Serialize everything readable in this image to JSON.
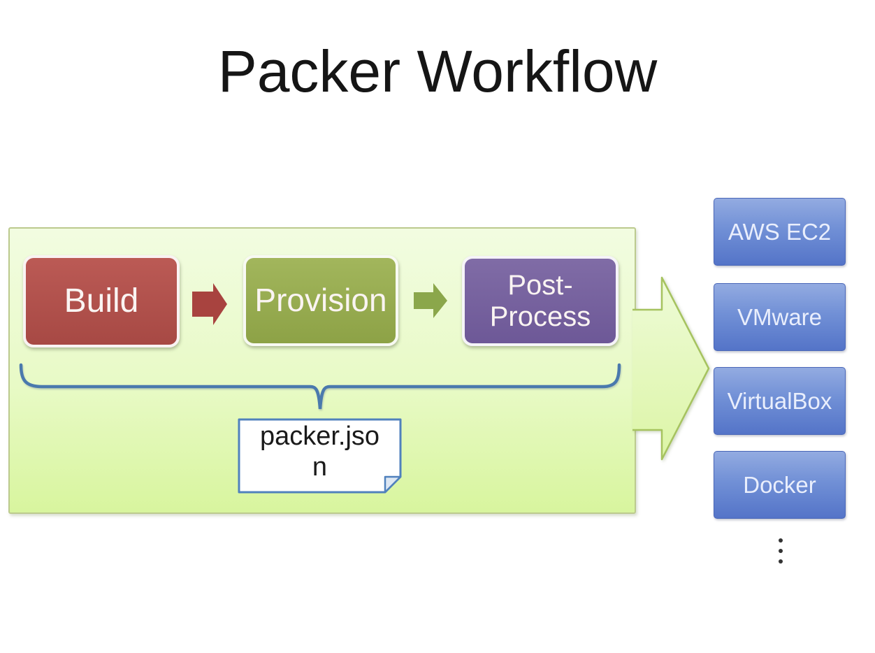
{
  "title": "Packer Workflow",
  "workflow": {
    "steps": [
      {
        "id": "build",
        "label": "Build",
        "lines": [
          "Build"
        ],
        "color_top": "#bb5a55",
        "color_bottom": "#a74944"
      },
      {
        "id": "provision",
        "label": "Provision",
        "lines": [
          "Provision"
        ],
        "color_top": "#a2b65c",
        "color_bottom": "#8da246"
      },
      {
        "id": "post-process",
        "label": "Post-Process",
        "lines": [
          "Post-",
          "Process"
        ],
        "color_top": "#806ca6",
        "color_bottom": "#6d5897"
      }
    ],
    "connector_colors": [
      "#a8433f",
      "#8ba74b"
    ],
    "config_note": {
      "text": "packer.json",
      "lines": [
        "packer.jso",
        "n"
      ]
    }
  },
  "providers": {
    "items": [
      "AWS EC2",
      "VMware",
      "VirtualBox",
      "Docker"
    ]
  },
  "icons": {
    "output_arrow": "big-right-arrow-icon",
    "step_connector": "small-right-arrow-icon",
    "grouping": "curly-brace-icon",
    "more_providers": "vertical-ellipsis-icon"
  },
  "colors": {
    "container_top": "#f2fce1",
    "container_bottom": "#d8f59e",
    "container_border": "#bcca8e",
    "big_arrow_border": "#a6c35f",
    "brace": "#4a79ad",
    "note_border": "#5081bd",
    "provider_top": "#93abe1",
    "provider_bottom": "#5474c8",
    "title_text": "#151515"
  }
}
